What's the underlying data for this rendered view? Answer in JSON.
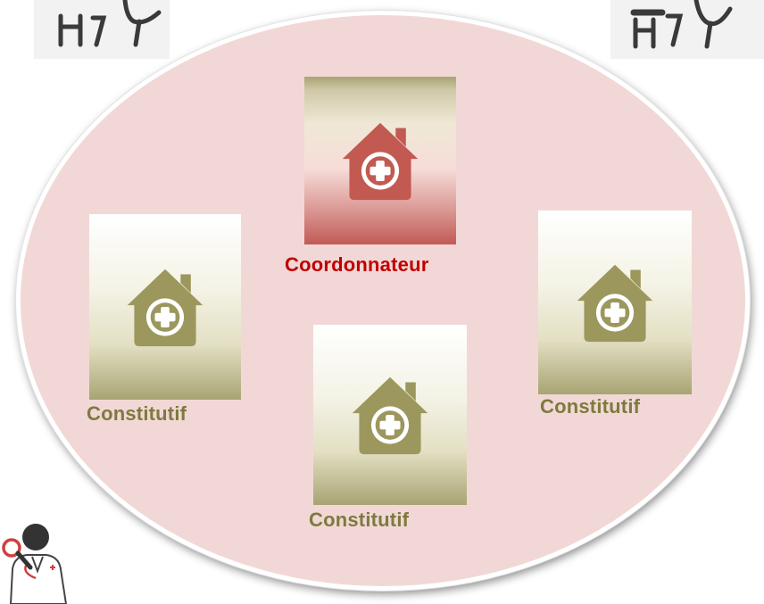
{
  "colors": {
    "ellipse_fill": "#f1d8d6",
    "coordinator_accent": "#c00000",
    "coordinator_icon": "#c25a52",
    "constituent_accent": "#7e7a3e",
    "constituent_icon": "#9c975c"
  },
  "coordinator": {
    "label": "Coordonnateur",
    "icon": "house-medical-cross-icon"
  },
  "constituents": [
    {
      "label": "Constitutif",
      "icon": "house-medical-cross-icon"
    },
    {
      "label": "Constitutif",
      "icon": "house-medical-cross-icon"
    },
    {
      "label": "Constitutif",
      "icon": "house-medical-cross-icon"
    }
  ],
  "decorations": {
    "top_left": "seated-people-icon",
    "top_right": "seated-people-icon",
    "bottom_left": "doctor-with-magnifier-icon"
  }
}
